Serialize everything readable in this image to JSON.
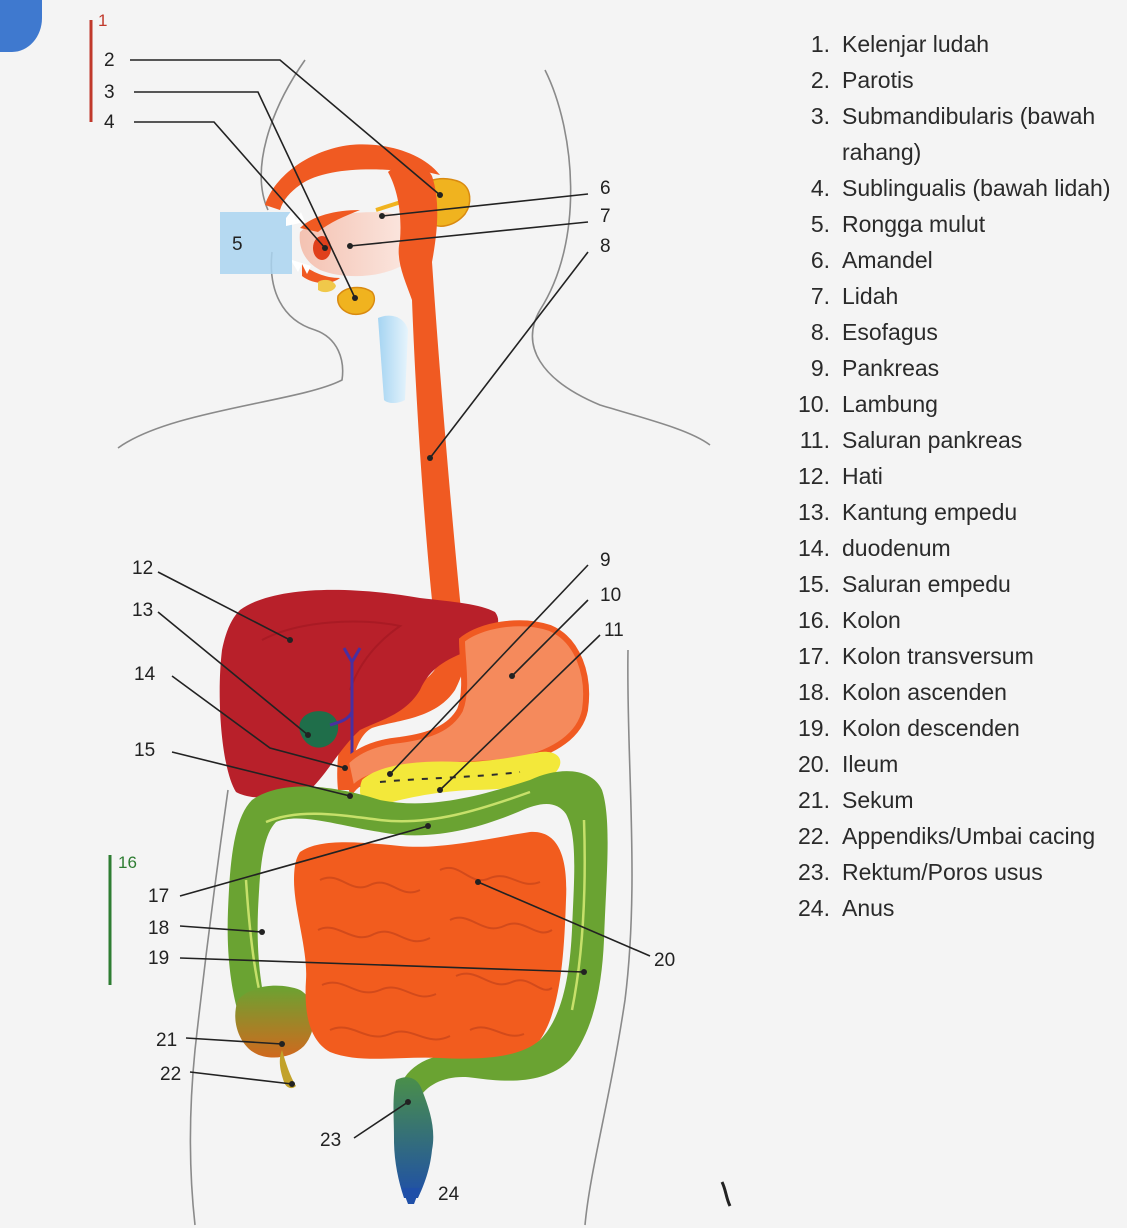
{
  "diagram": {
    "group_labels": {
      "g1": "1",
      "g16": "16"
    },
    "labels": {
      "n2": "2",
      "n3": "3",
      "n4": "4",
      "n5": "5",
      "n6": "6",
      "n7": "7",
      "n8": "8",
      "n9": "9",
      "n10": "10",
      "n11": "11",
      "n12": "12",
      "n13": "13",
      "n14": "14",
      "n15": "15",
      "n17": "17",
      "n18": "18",
      "n19": "19",
      "n20": "20",
      "n21": "21",
      "n22": "22",
      "n23": "23",
      "n24": "24"
    },
    "colors": {
      "salivary": "#f0b31f",
      "esophagus": "#f05a22",
      "liver": "#b8202a",
      "stomach": "#f58a5c",
      "pancreas": "#f3e83a",
      "colon": "#6aa332",
      "small_intestine": "#f25c1e",
      "rectum": "#1f5aa3",
      "mouth_box": "#a9d3f0",
      "group_1_bar": "#c0392b",
      "group_16_bar": "#2e7d32"
    }
  },
  "legend": [
    {
      "num": "1.",
      "text": "Kelenjar ludah"
    },
    {
      "num": "2.",
      "text": "Parotis"
    },
    {
      "num": "3.",
      "text": "Submandibularis (bawah rahang)"
    },
    {
      "num": "4.",
      "text": "Sublingualis (bawah lidah)"
    },
    {
      "num": "5.",
      "text": "Rongga mulut"
    },
    {
      "num": "6.",
      "text": "Amandel"
    },
    {
      "num": "7.",
      "text": "Lidah"
    },
    {
      "num": "8.",
      "text": "Esofagus"
    },
    {
      "num": "9.",
      "text": "Pankreas"
    },
    {
      "num": "10.",
      "text": "Lambung"
    },
    {
      "num": "11.",
      "text": "Saluran pankreas"
    },
    {
      "num": "12.",
      "text": "Hati"
    },
    {
      "num": "13.",
      "text": "Kantung empedu"
    },
    {
      "num": "14.",
      "text": "duodenum"
    },
    {
      "num": "15.",
      "text": "Saluran empedu"
    },
    {
      "num": "16.",
      "text": "Kolon"
    },
    {
      "num": "17.",
      "text": "Kolon transversum"
    },
    {
      "num": "18.",
      "text": "Kolon ascenden"
    },
    {
      "num": "19.",
      "text": "Kolon descenden"
    },
    {
      "num": "20.",
      "text": "Ileum"
    },
    {
      "num": "21.",
      "text": "Sekum"
    },
    {
      "num": "22.",
      "text": "Appendiks/Umbai cacing"
    },
    {
      "num": "23.",
      "text": "Rektum/Poros usus"
    },
    {
      "num": "24.",
      "text": "Anus"
    }
  ]
}
